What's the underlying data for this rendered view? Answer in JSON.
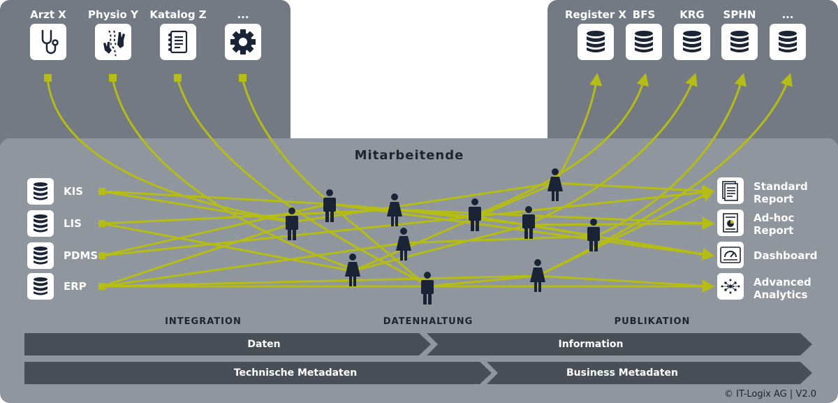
{
  "diagram": {
    "title": "Mitarbeitende",
    "top_left_systems": [
      {
        "label": "Arzt X",
        "icon": "stethoscope-icon"
      },
      {
        "label": "Physio Y",
        "icon": "physio-icon"
      },
      {
        "label": "Katalog Z",
        "icon": "notebook-icon"
      },
      {
        "label": "...",
        "icon": "gear-icon"
      }
    ],
    "top_right_systems": [
      {
        "label": "Register X",
        "icon": "database-icon"
      },
      {
        "label": "BFS",
        "icon": "database-icon"
      },
      {
        "label": "KRG",
        "icon": "database-icon"
      },
      {
        "label": "SPHN",
        "icon": "database-icon"
      },
      {
        "label": "...",
        "icon": "database-icon"
      }
    ],
    "sources": [
      {
        "label": "KIS",
        "icon": "database-icon"
      },
      {
        "label": "LIS",
        "icon": "database-icon"
      },
      {
        "label": "PDMS",
        "icon": "database-icon"
      },
      {
        "label": "ERP",
        "icon": "database-icon"
      }
    ],
    "outputs": [
      {
        "line1": "Standard",
        "line2": "Report",
        "icon": "report-icon"
      },
      {
        "line1": "Ad-hoc",
        "line2": "Report",
        "icon": "adhoc-report-icon"
      },
      {
        "line1": "Dashboard",
        "line2": "",
        "icon": "dashboard-icon"
      },
      {
        "line1": "Advanced",
        "line2": "Analytics",
        "icon": "analytics-icon"
      }
    ],
    "phases": [
      "INTEGRATION",
      "DATENHALTUNG",
      "PUBLIKATION"
    ],
    "bands": {
      "row1_left": "Daten",
      "row1_right": "Information",
      "row2_left": "Technische Metadaten",
      "row2_right": "Business Metadaten"
    },
    "copyright": "© IT-Logix AG | V2.0"
  },
  "colors": {
    "dark_panel": "#737a84",
    "main_panel": "#8f969e",
    "band": "#4a4f57",
    "accent": "#b5bd14",
    "person": "#1a2436"
  }
}
